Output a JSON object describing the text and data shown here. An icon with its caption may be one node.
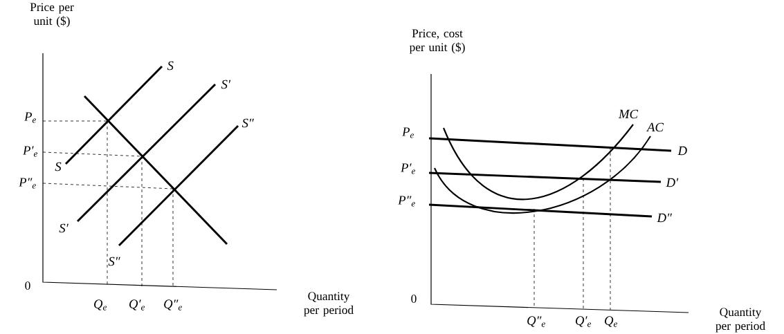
{
  "diagram": {
    "labels": [
      "Price per unit ($)",
      "S",
      "S′",
      "S″",
      "P$_{e}$",
      "P′$_{e}$",
      "P″$_{e}$",
      "S",
      "S′",
      "S″",
      "0",
      "Q$_{e}$",
      "Q′$_{e}$",
      "Q″$_{e}$",
      "Quantity per period",
      "Price, cost per unit ($)",
      "MC",
      "AC",
      "P$_{e}$",
      "D",
      "P′$_{e}$",
      "D′",
      "P″$_{e}$",
      "D″",
      "0",
      "Q″$_{e}$",
      "Q′$_{e}$",
      "Q$_{e}$",
      "Quantity per period"
    ]
  }
}
